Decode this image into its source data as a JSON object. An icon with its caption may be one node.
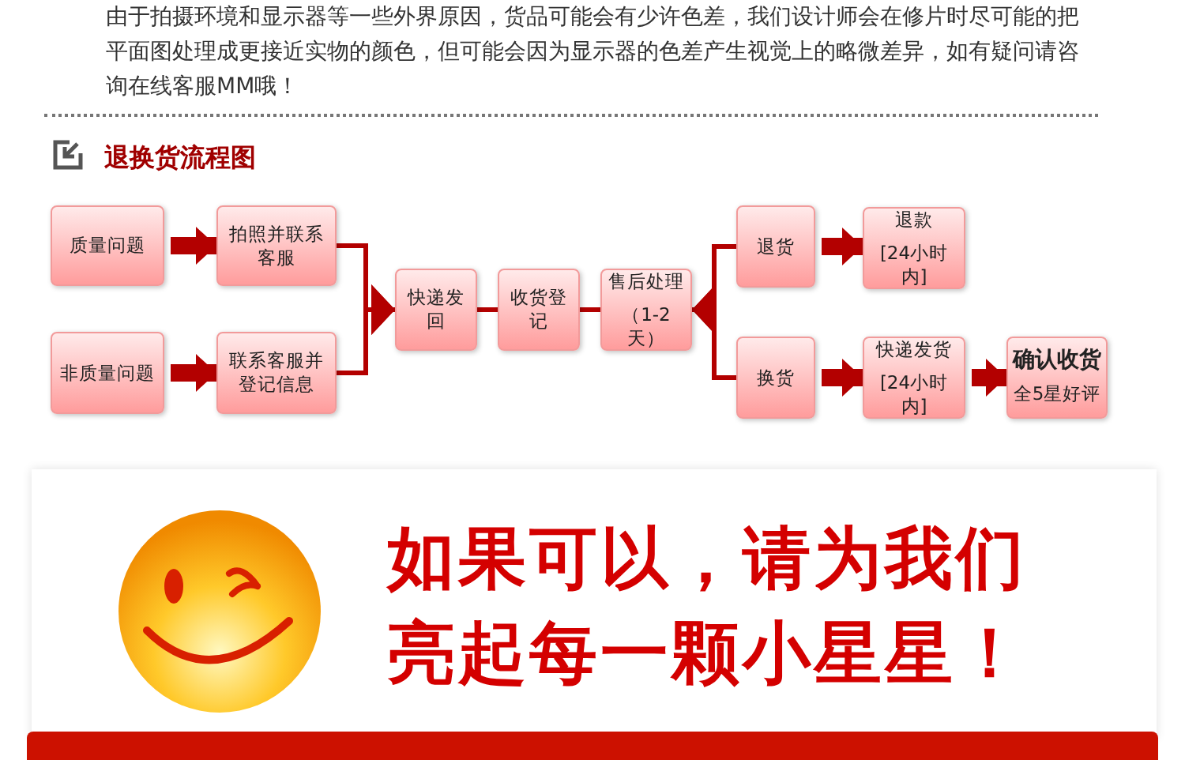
{
  "diagram": {
    "title": "退换货流程图",
    "nodes": [
      {
        "text": [
          "质量问题"
        ]
      },
      {
        "text": [
          "拍照并联系客服"
        ]
      },
      {
        "text": [
          "非质量问题"
        ]
      },
      {
        "text": [
          "联系客服并登记信息"
        ]
      },
      {
        "text": [
          "快递发回"
        ]
      },
      {
        "text": [
          "收货登记"
        ]
      },
      {
        "text": [
          "售后处理",
          "（1-2天）"
        ]
      },
      {
        "text": [
          "退货"
        ]
      },
      {
        "text": [
          "退款",
          "[24小时内]"
        ]
      },
      {
        "text": [
          "换货"
        ]
      },
      {
        "text": [
          "快递发货",
          "[24小时内]"
        ]
      },
      {
        "text": [
          "确认收货",
          "全5星好评"
        ]
      }
    ],
    "edges": [
      {
        "from": 0,
        "to": 1,
        "arrow": "to",
        "style": "thick"
      },
      {
        "from": 2,
        "to": 3,
        "arrow": "to",
        "style": "thick"
      },
      {
        "from": 1,
        "to": 4,
        "arrow": "to"
      },
      {
        "from": 3,
        "to": 4,
        "arrow": "to"
      },
      {
        "from": 4,
        "to": 5,
        "arrow": "none"
      },
      {
        "from": 5,
        "to": 6,
        "arrow": "none"
      },
      {
        "from": 7,
        "to": 6,
        "arrow": "to"
      },
      {
        "from": 9,
        "to": 6,
        "arrow": "to"
      },
      {
        "from": 7,
        "to": 8,
        "arrow": "to",
        "style": "thick"
      },
      {
        "from": 9,
        "to": 10,
        "arrow": "to",
        "style": "thick"
      },
      {
        "from": 10,
        "to": 11,
        "arrow": "to",
        "style": "thick"
      }
    ],
    "labels": [
      "由于拍摄环境和显示器等一些外界原因，货品可能会有少许色差，我们设计师会在修片时尽可能的把平面图处理成更接近实物的颜色，但可能会因为显示器的色差产生视觉上的略微差异，如有疑问请咨询在线客服MM哦！",
      "如果可以，请为我们",
      "亮起每一颗小星星！"
    ]
  }
}
